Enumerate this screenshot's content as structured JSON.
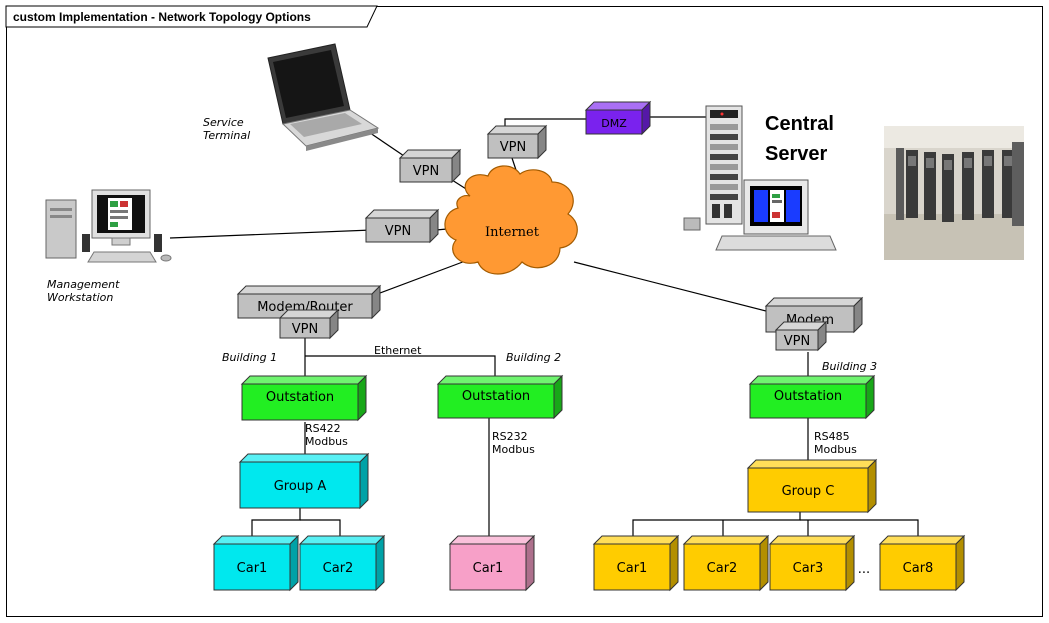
{
  "diagram": {
    "title": "custom Implementation - Network Topology Options",
    "colors": {
      "vpn": "#c0c0c0",
      "outstation": "#22ee22",
      "group_a": "#00e8ee",
      "group_c": "#ffcc00",
      "car_pink": "#f7a0c8",
      "dmz": "#7a22ee",
      "cloud": "#ff9933"
    },
    "nodes": {
      "service_terminal": "Service\nTerminal",
      "management_workstation": "Management\nWorkstation",
      "central_server": "Central\nServer",
      "internet": "Internet",
      "dmz": "DMZ",
      "vpn": "VPN",
      "modem_router": "Modem/Router",
      "modem": "Modem",
      "outstation": "Outstation",
      "group_a": "Group  A",
      "group_c": "Group  C",
      "car1": "Car1",
      "car2": "Car2",
      "car3": "Car3",
      "car8": "Car8",
      "ellipsis": "..."
    },
    "links": {
      "building1": "Building 1",
      "building2": "Building 2",
      "building3": "Building 3",
      "ethernet": "Ethernet",
      "rs422": "RS422\nModbus",
      "rs232": "RS232\nModbus",
      "rs485": "RS485\nModbus"
    }
  }
}
